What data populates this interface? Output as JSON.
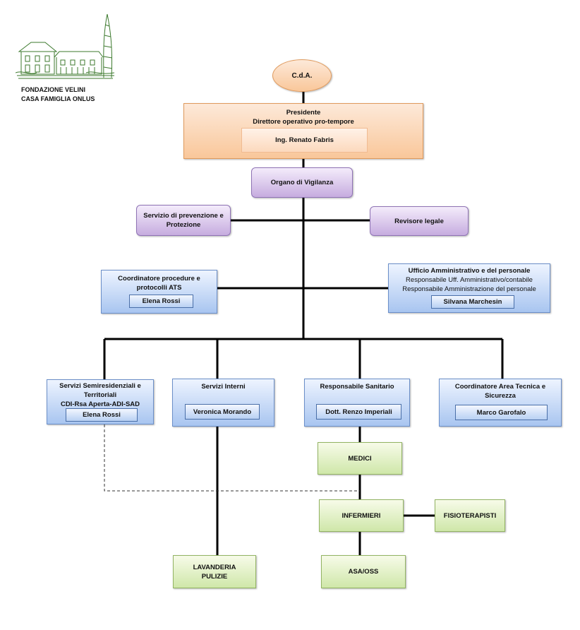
{
  "organization": {
    "line1": "FONDAZIONE VELINI",
    "line2": "CASA FAMIGLIA ONLUS",
    "logo_icon": "villa-drawing-icon"
  },
  "nodes": {
    "cda": "C.d.A.",
    "presidente": {
      "title": "Presidente",
      "subtitle": "Direttore operativo pro-tempore",
      "name": "Ing. Renato Fabris"
    },
    "vigilanza": "Organo di Vigilanza",
    "prevenzione": {
      "line1": "Servizio di prevenzione e",
      "line2": "Protezione"
    },
    "revisore": "Revisore legale",
    "coordinatore_ats": {
      "line1": "Coordinatore procedure e",
      "line2": "protocolli ATS",
      "name": "Elena Rossi"
    },
    "ufficio": {
      "line1": "Ufficio Amministrativo e del personale",
      "line2": "Responsabile Uff. Amministrativo/contabile",
      "line3": "Responsabile Amministrazione del personale",
      "name": "Silvana Marchesin"
    },
    "semiresidenziali": {
      "line1": "Servizi Semiresidenziali e",
      "line2": "Territoriali",
      "line3": "CDI-Rsa Aperta-ADI-SAD",
      "name": "Elena Rossi"
    },
    "interni": {
      "title": "Servizi Interni",
      "name": "Veronica Morando"
    },
    "sanitario": {
      "title": "Responsabile  Sanitario",
      "name": "Dott. Renzo Imperiali"
    },
    "tecnica": {
      "line1": "Coordinatore Area Tecnica e",
      "line2": "Sicurezza",
      "name": "Marco Garofalo"
    },
    "medici": "MEDICI",
    "infermieri": "INFERMIERI",
    "fisioterapisti": "FISIOTERAPISTI",
    "lavanderia": {
      "line1": "LAVANDERIA",
      "line2": "PULIZIE"
    },
    "asa": "ASA/OSS"
  },
  "colors": {
    "blue_box": "#a8c5f0",
    "purple_box": "#c6acdf",
    "green_box": "#cfe7a9",
    "orange_box": "#f9c79a",
    "connector": "#000000"
  }
}
